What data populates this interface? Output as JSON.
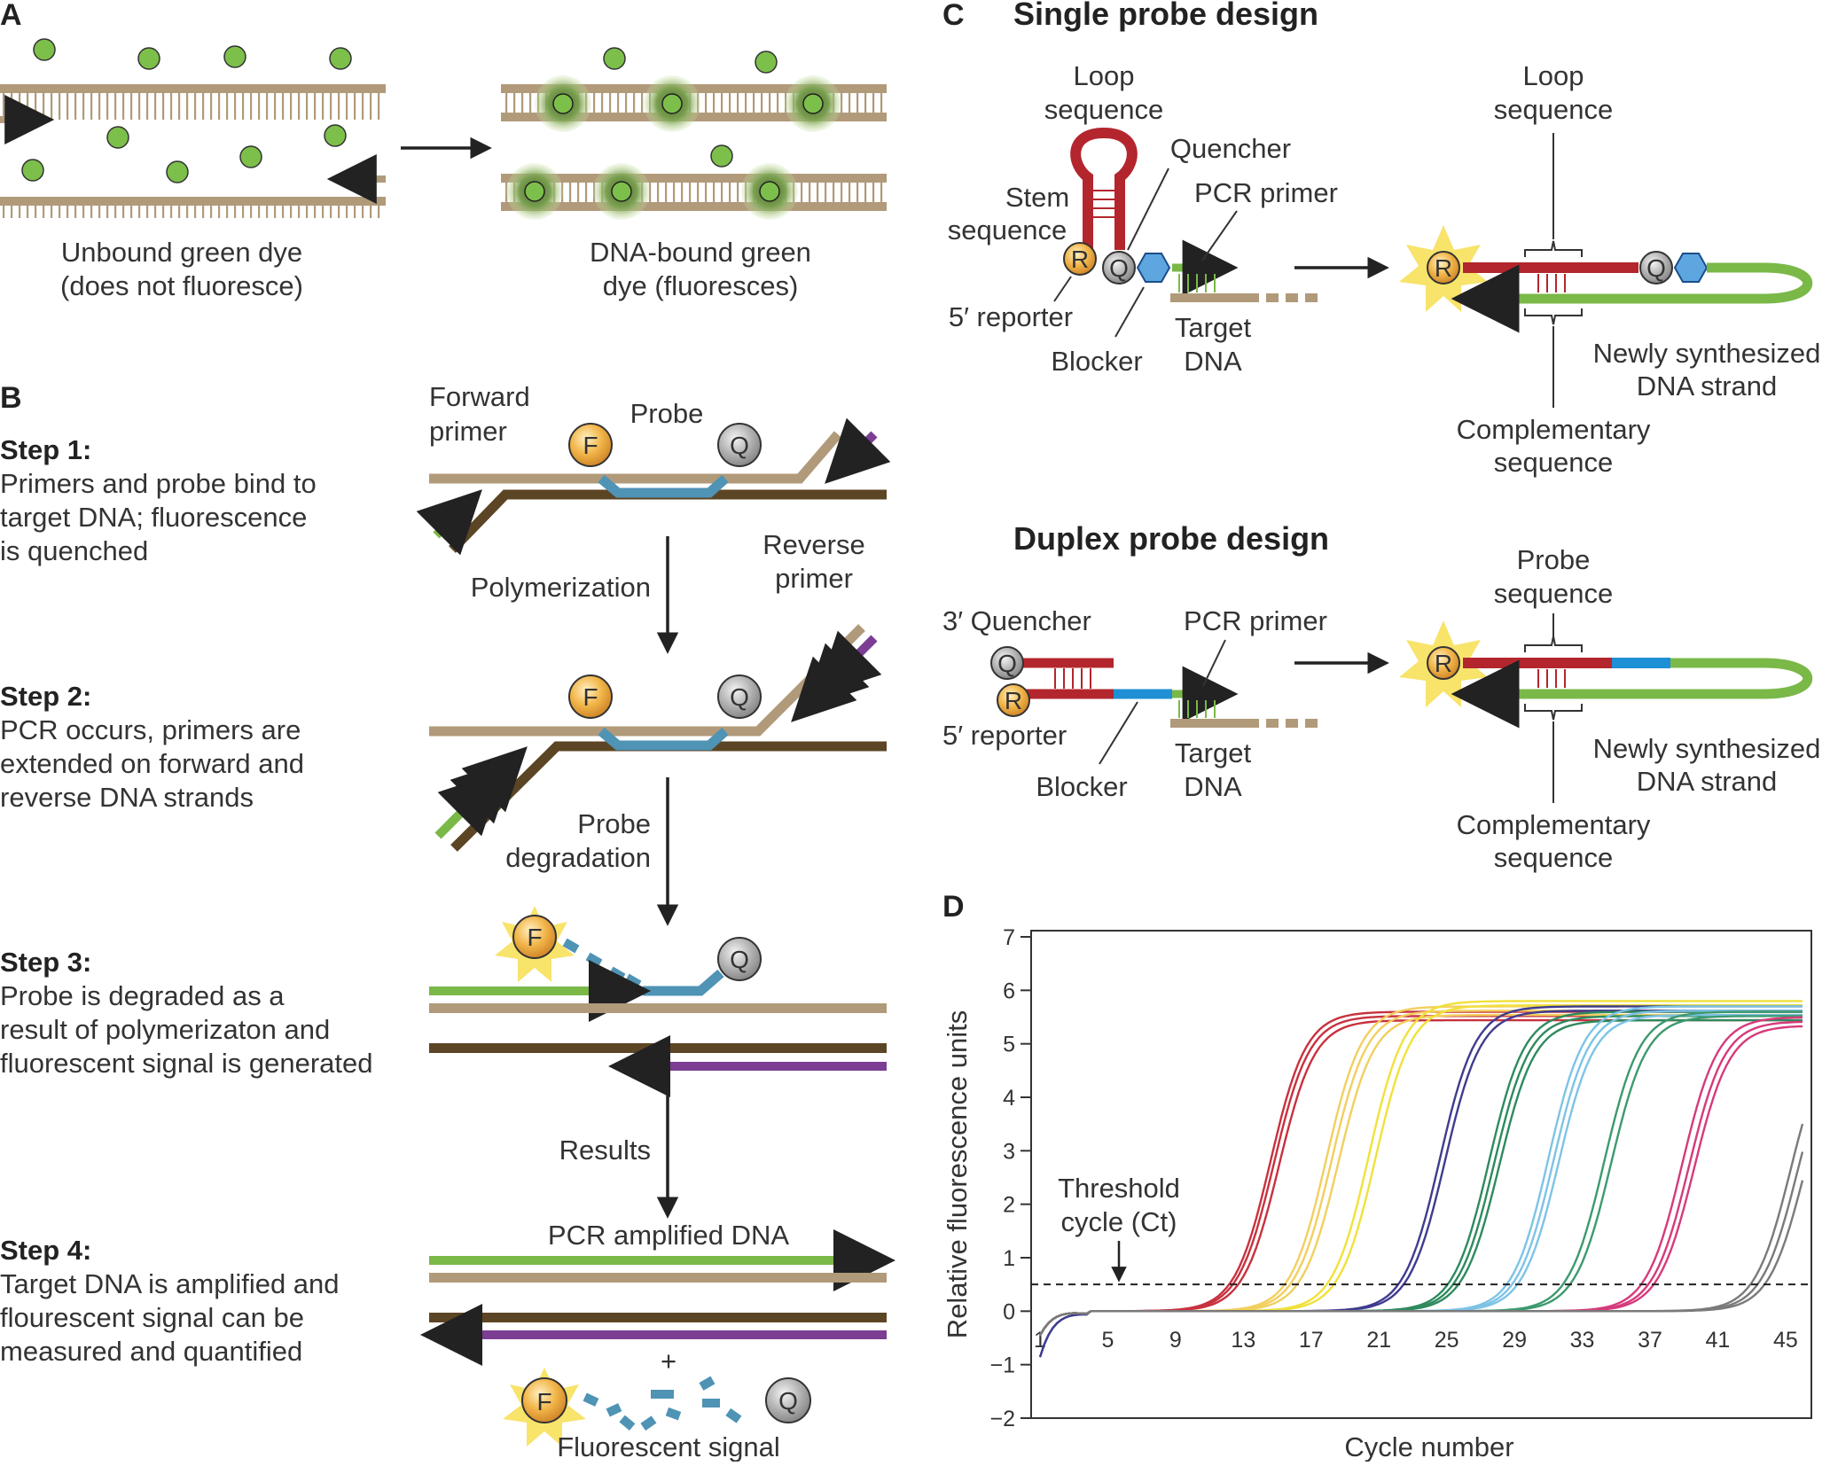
{
  "colors": {
    "tan": "#b09a7a",
    "dark_brown": "#5c4524",
    "green": "#7ab848",
    "purple": "#7b3e93",
    "probe_blue": "#4f93b5",
    "red": "#b3262d",
    "blocker_blue": "#1f8fd6",
    "dye_green": "#7cbf4a",
    "glow": "#5d7d38",
    "star": "#f8e36b",
    "orange": "#e9a83a",
    "grey": "#a6a6a6"
  },
  "panel_a": {
    "letter": "A",
    "unbound_line1": "Unbound green dye",
    "unbound_line2": "(does not fluoresce)",
    "bound_line1": "DNA-bound green",
    "bound_line2": "dye (fluoresces)"
  },
  "panel_b": {
    "letter": "B",
    "step1_title": "Step 1:",
    "step1_l1": "Primers and probe bind to",
    "step1_l2": "target DNA; fluorescence",
    "step1_l3": "is quenched",
    "step2_title": "Step 2:",
    "step2_l1": "PCR occurs, primers are",
    "step2_l2": "extended on forward and",
    "step2_l3": "reverse DNA strands",
    "step3_title": "Step 3:",
    "step3_l1": "Probe is degraded as a",
    "step3_l2": "result of polymerizaton and",
    "step3_l3": "fluorescent signal is generated",
    "step4_title": "Step 4:",
    "step4_l1": "Target DNA is amplified and",
    "step4_l2": "flourescent signal can be",
    "step4_l3": "measured and quantified",
    "forward_primer_l1": "Forward",
    "forward_primer_l2": "primer",
    "probe": "Probe",
    "reverse_primer_l1": "Reverse",
    "reverse_primer_l2": "primer",
    "polymerization": "Polymerization",
    "probe_degradation_l1": "Probe",
    "probe_degradation_l2": "degradation",
    "results": "Results",
    "pcr_amplified": "PCR amplified DNA",
    "plus": "+",
    "fluorescent_signal": "Fluorescent signal",
    "f": "F",
    "q": "Q"
  },
  "panel_c": {
    "letter": "C",
    "single_title": "Single probe design",
    "loop_l1": "Loop",
    "loop_l2": "sequence",
    "stem_l1": "Stem",
    "stem_l2": "sequence",
    "quencher": "Quencher",
    "pcr_primer": "PCR primer",
    "reporter_5": "5′ reporter",
    "blocker": "Blocker",
    "target_l1": "Target",
    "target_l2": "DNA",
    "newly_l1": "Newly synthesized",
    "newly_l2": "DNA strand",
    "comp_l1": "Complementary",
    "comp_l2": "sequence",
    "duplex_title": "Duplex probe design",
    "quencher_3": "3′ Quencher",
    "probe_seq_l1": "Probe",
    "probe_seq_l2": "sequence",
    "r": "R",
    "q": "Q"
  },
  "panel_d": {
    "letter": "D",
    "threshold_l1": "Threshold",
    "threshold_l2": "cycle (Ct)"
  },
  "chart_data": {
    "type": "line",
    "xlabel": "Cycle number",
    "ylabel": "Relative fluorescence units",
    "xlim": [
      1,
      46
    ],
    "ylim": [
      -2,
      7
    ],
    "x_ticks": [
      1,
      5,
      9,
      13,
      17,
      21,
      25,
      29,
      33,
      37,
      41,
      45
    ],
    "y_ticks": [
      -2,
      -1,
      0,
      1,
      2,
      3,
      4,
      5,
      6,
      7
    ],
    "threshold": 0.5,
    "series_groups": [
      {
        "color": "#c8313e",
        "midpoints": [
          14.6,
          14.8,
          15.1
        ],
        "plateau": 5.6
      },
      {
        "color": "#f2cf5f",
        "midpoints": [
          17.9,
          18.2,
          18.6
        ],
        "plateau": 5.7
      },
      {
        "color": "#f1e13a",
        "midpoints": [
          20.4,
          20.8
        ],
        "plateau": 5.8
      },
      {
        "color": "#3f3c8f",
        "midpoints": [
          24.6,
          24.9
        ],
        "plateau": 5.7
      },
      {
        "color": "#2e8a5e",
        "midpoints": [
          27.5,
          27.8,
          28.1
        ],
        "plateau": 5.6
      },
      {
        "color": "#7ec3e6",
        "midpoints": [
          31.0,
          31.3,
          31.6
        ],
        "plateau": 5.7
      },
      {
        "color": "#3c9a6e",
        "midpoints": [
          34.3,
          34.7
        ],
        "plateau": 5.6
      },
      {
        "color": "#d63a7c",
        "midpoints": [
          38.9,
          39.3,
          39.6
        ],
        "plateau": 5.5
      },
      {
        "color": "#7a7a7a",
        "midpoints": [
          45.3,
          45.7,
          46.1
        ],
        "plateau": 5.3
      }
    ]
  }
}
